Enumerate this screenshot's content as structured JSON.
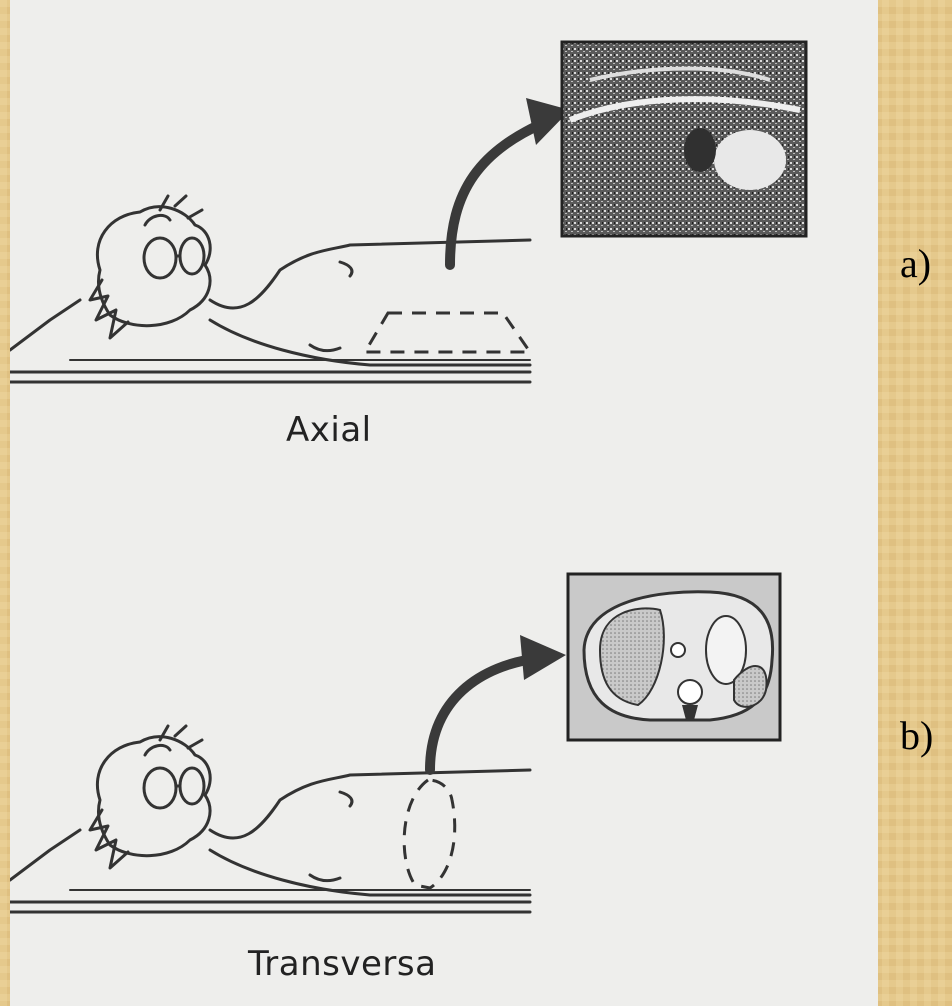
{
  "figure": {
    "panels": [
      {
        "caption": "Axial",
        "side_label": "a)",
        "scan_image": "ct-scan-axial-view"
      },
      {
        "caption": "Transversa",
        "side_label": "b)",
        "scan_image": "ct-scan-transverse-abdomen"
      }
    ],
    "colors": {
      "background": "#e5c98c",
      "panel": "#eeeeec",
      "line": "#333333",
      "arrow": "#3a3a3a"
    }
  }
}
